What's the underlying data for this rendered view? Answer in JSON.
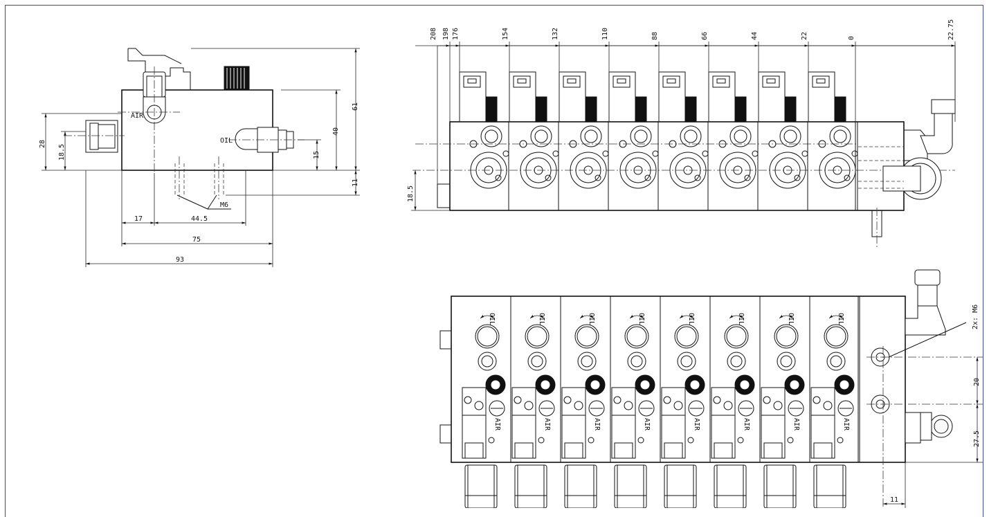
{
  "side_view": {
    "port_labels": {
      "air": "AIR",
      "oil": "OIL",
      "thread": "M6"
    },
    "dimensions": {
      "d61": "61",
      "d40": "40",
      "d15": "15",
      "d11": "11",
      "d28": "28",
      "d18_5": "18.5",
      "d17": "17",
      "d44_5": "44.5",
      "d75": "75",
      "d93": "93"
    }
  },
  "front_view": {
    "positions": [
      "208",
      "198",
      "176",
      "154",
      "132",
      "110",
      "88",
      "66",
      "44",
      "22",
      "0",
      "22.75"
    ],
    "dimensions": {
      "d18_5": "18.5"
    }
  },
  "top_view": {
    "module_label": "OIL",
    "air_label": "AIR",
    "thread_note": "2x: M6",
    "dimensions": {
      "d20": "20",
      "d27_5": "27.5",
      "d11": "11"
    }
  }
}
